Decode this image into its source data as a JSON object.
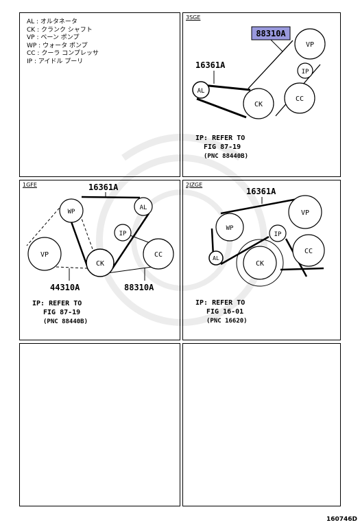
{
  "legend": [
    "AL : オルタネータ",
    "CK : クランク シャフト",
    "VP : ベーン ポンプ",
    "WP : ウォータ ポンプ",
    "CC : クーラ コンプレッサ",
    "IP : アイドル プーリ"
  ],
  "panels": {
    "sge": {
      "title": "3SGE",
      "part_highlight": "88310A",
      "part_main": "16361A",
      "pulleys": {
        "vp": "VP",
        "ip": "IP",
        "al": "AL",
        "ck": "CK",
        "cc": "CC"
      },
      "note": [
        "IP: REFER TO",
        "FIG 87-19",
        "(PNC 88440B)"
      ]
    },
    "gfe": {
      "title": "1GFE",
      "part_main": "16361A",
      "part_left": "44310A",
      "part_right": "88310A",
      "pulleys": {
        "wp": "WP",
        "al": "AL",
        "ip": "IP",
        "vp": "VP",
        "ck": "CK",
        "cc": "CC"
      },
      "note": [
        "IP: REFER TO",
        "FIG 87-19",
        "(PNC 88440B)"
      ]
    },
    "jzge": {
      "title": "2JZGE",
      "part_main": "16361A",
      "pulleys": {
        "vp": "VP",
        "wp": "WP",
        "ip": "IP",
        "al": "AL",
        "ck": "CK",
        "cc": "CC"
      },
      "note": [
        "IP: REFER TO",
        "FIG 16-01",
        "(PNC 16620)"
      ]
    }
  },
  "footer_code": "160746D",
  "colors": {
    "highlight": "#9999dd",
    "line": "#000000"
  }
}
